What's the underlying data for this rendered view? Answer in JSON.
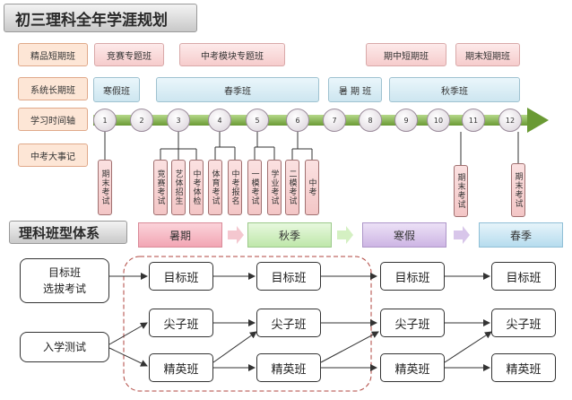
{
  "title": "初三理科全年学涯规划",
  "rows": {
    "r1": "精品短期班",
    "r2": "系统长期班",
    "r3": "学习时间轴",
    "r4": "中考大事记"
  },
  "short_classes": [
    "竞赛专题班",
    "中考模块专题班",
    "期中短期班",
    "期末短期班"
  ],
  "long_classes": [
    "寒假班",
    "春季班",
    "暑 期 班",
    "秋季班"
  ],
  "months": [
    "1",
    "2",
    "3",
    "4",
    "5",
    "6",
    "7",
    "8",
    "9",
    "10",
    "11",
    "12"
  ],
  "events": [
    "期末考试",
    "竞赛考试",
    "艺体招生",
    "中考体检",
    "体育考试",
    "中考报名",
    "一模考试",
    "学业考试",
    "二模考试",
    "中考",
    "期末考试",
    "期末考试"
  ],
  "section_title": "理科班型体系",
  "phases": [
    "暑期",
    "秋季",
    "寒假",
    "春季"
  ],
  "left_boxes": {
    "top": [
      "目标班",
      "选拔考试"
    ],
    "bottom": "入学测试"
  },
  "classes": {
    "target": "目标班",
    "sharp": "尖子班",
    "elite": "精英班"
  },
  "colors": {
    "summer": "#f6b6c1",
    "autumn": "#c9f0c9",
    "winter": "#dcc9ec",
    "spring": "#c7e7f4",
    "arrow": "#6a9a34"
  }
}
